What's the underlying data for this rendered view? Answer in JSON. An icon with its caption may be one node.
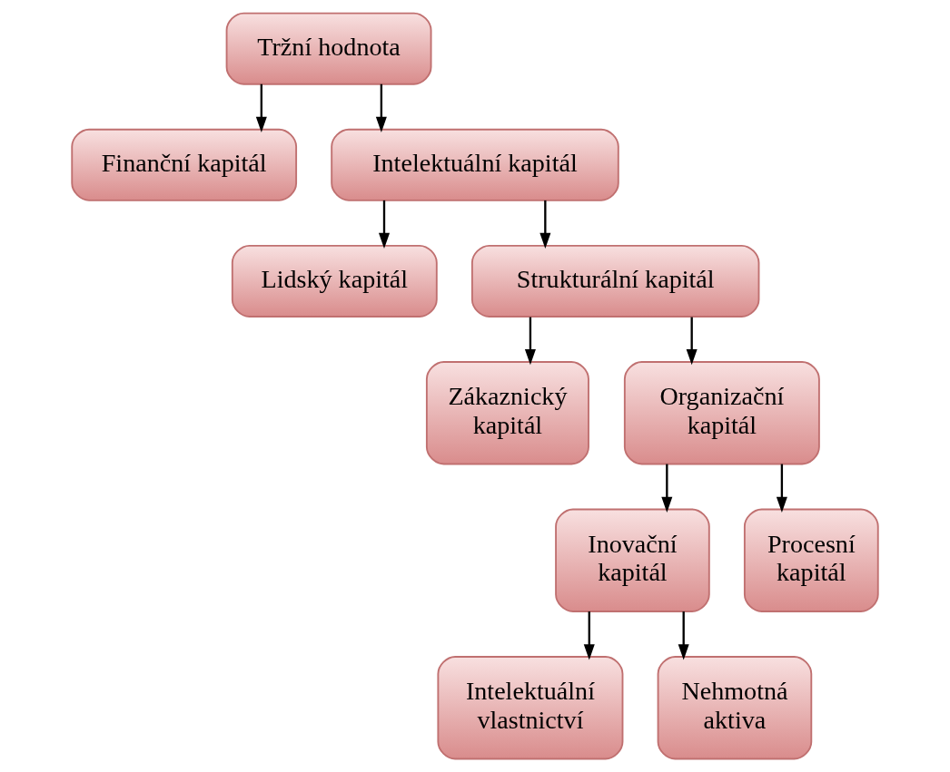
{
  "diagram": {
    "nodes": [
      {
        "text": [
          "Tržní hodnota"
        ]
      },
      {
        "text": [
          "Finanční kapitál"
        ]
      },
      {
        "text": [
          "Intelektuální kapitál"
        ]
      },
      {
        "text": [
          "Lidský kapitál"
        ]
      },
      {
        "text": [
          "Strukturální kapitál"
        ]
      },
      {
        "text": [
          "Zákaznický kapitál"
        ]
      },
      {
        "text": [
          "Organizační kapitál"
        ]
      },
      {
        "text": [
          "Inovační kapitál"
        ]
      },
      {
        "text": [
          "Procesní kapitál"
        ]
      },
      {
        "text": [
          "Intelektuální vlastnictví"
        ]
      },
      {
        "text": [
          "Nehmotná aktiva"
        ]
      }
    ],
    "edges": [
      {
        "from": 0,
        "to": 1,
        "arrow": "to"
      },
      {
        "from": 0,
        "to": 2,
        "arrow": "to"
      },
      {
        "from": 2,
        "to": 3,
        "arrow": "to"
      },
      {
        "from": 2,
        "to": 4,
        "arrow": "to"
      },
      {
        "from": 4,
        "to": 5,
        "arrow": "to"
      },
      {
        "from": 4,
        "to": 6,
        "arrow": "to"
      },
      {
        "from": 6,
        "to": 7,
        "arrow": "to"
      },
      {
        "from": 6,
        "to": 8,
        "arrow": "to"
      },
      {
        "from": 7,
        "to": 9,
        "arrow": "to"
      },
      {
        "from": 7,
        "to": 10,
        "arrow": "to"
      }
    ]
  }
}
